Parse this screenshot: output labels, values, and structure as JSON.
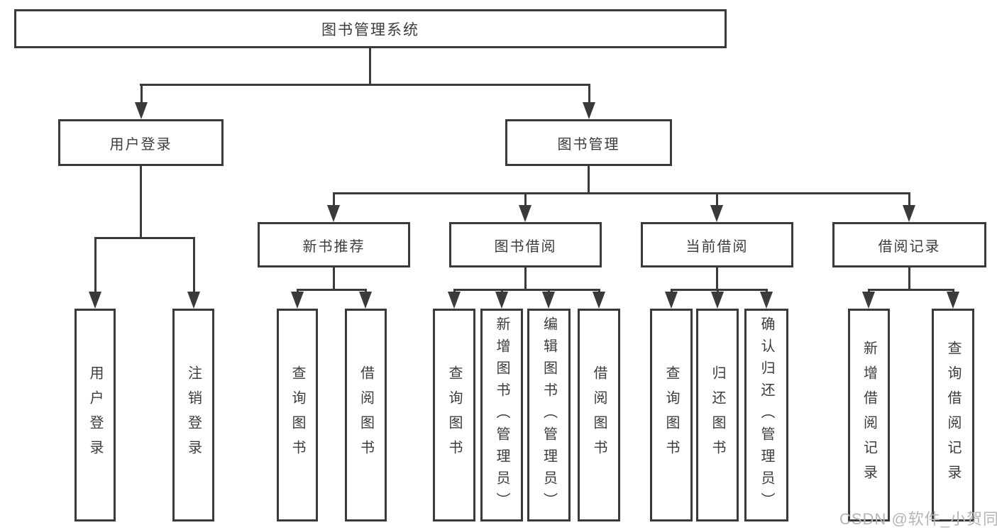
{
  "tree": {
    "label": "图书管理系统",
    "children": [
      {
        "label": "用户登录",
        "children": [
          {
            "label": "用户登录"
          },
          {
            "label": "注销登录"
          }
        ]
      },
      {
        "label": "图书管理",
        "children": [
          {
            "label": "新书推荐",
            "children": [
              {
                "label": "查询图书"
              },
              {
                "label": "借阅图书"
              }
            ]
          },
          {
            "label": "图书借阅",
            "children": [
              {
                "label": "查询图书"
              },
              {
                "label": "新增图书（管理员）"
              },
              {
                "label": "编辑图书（管理员）"
              },
              {
                "label": "借阅图书"
              }
            ]
          },
          {
            "label": "当前借阅",
            "children": [
              {
                "label": "查询图书"
              },
              {
                "label": "归还图书"
              },
              {
                "label": "确认归还（管理员）"
              }
            ]
          },
          {
            "label": "借阅记录",
            "children": [
              {
                "label": "新增借阅记录"
              },
              {
                "label": "查询借阅记录"
              }
            ]
          }
        ]
      }
    ]
  },
  "watermark": {
    "text": "CSDN @软件_小贺同学"
  },
  "colors": {
    "line": "#3a3a3a",
    "text": "#3c3c3c",
    "watermark": "#b5b5b5",
    "background": "#ffffff"
  }
}
